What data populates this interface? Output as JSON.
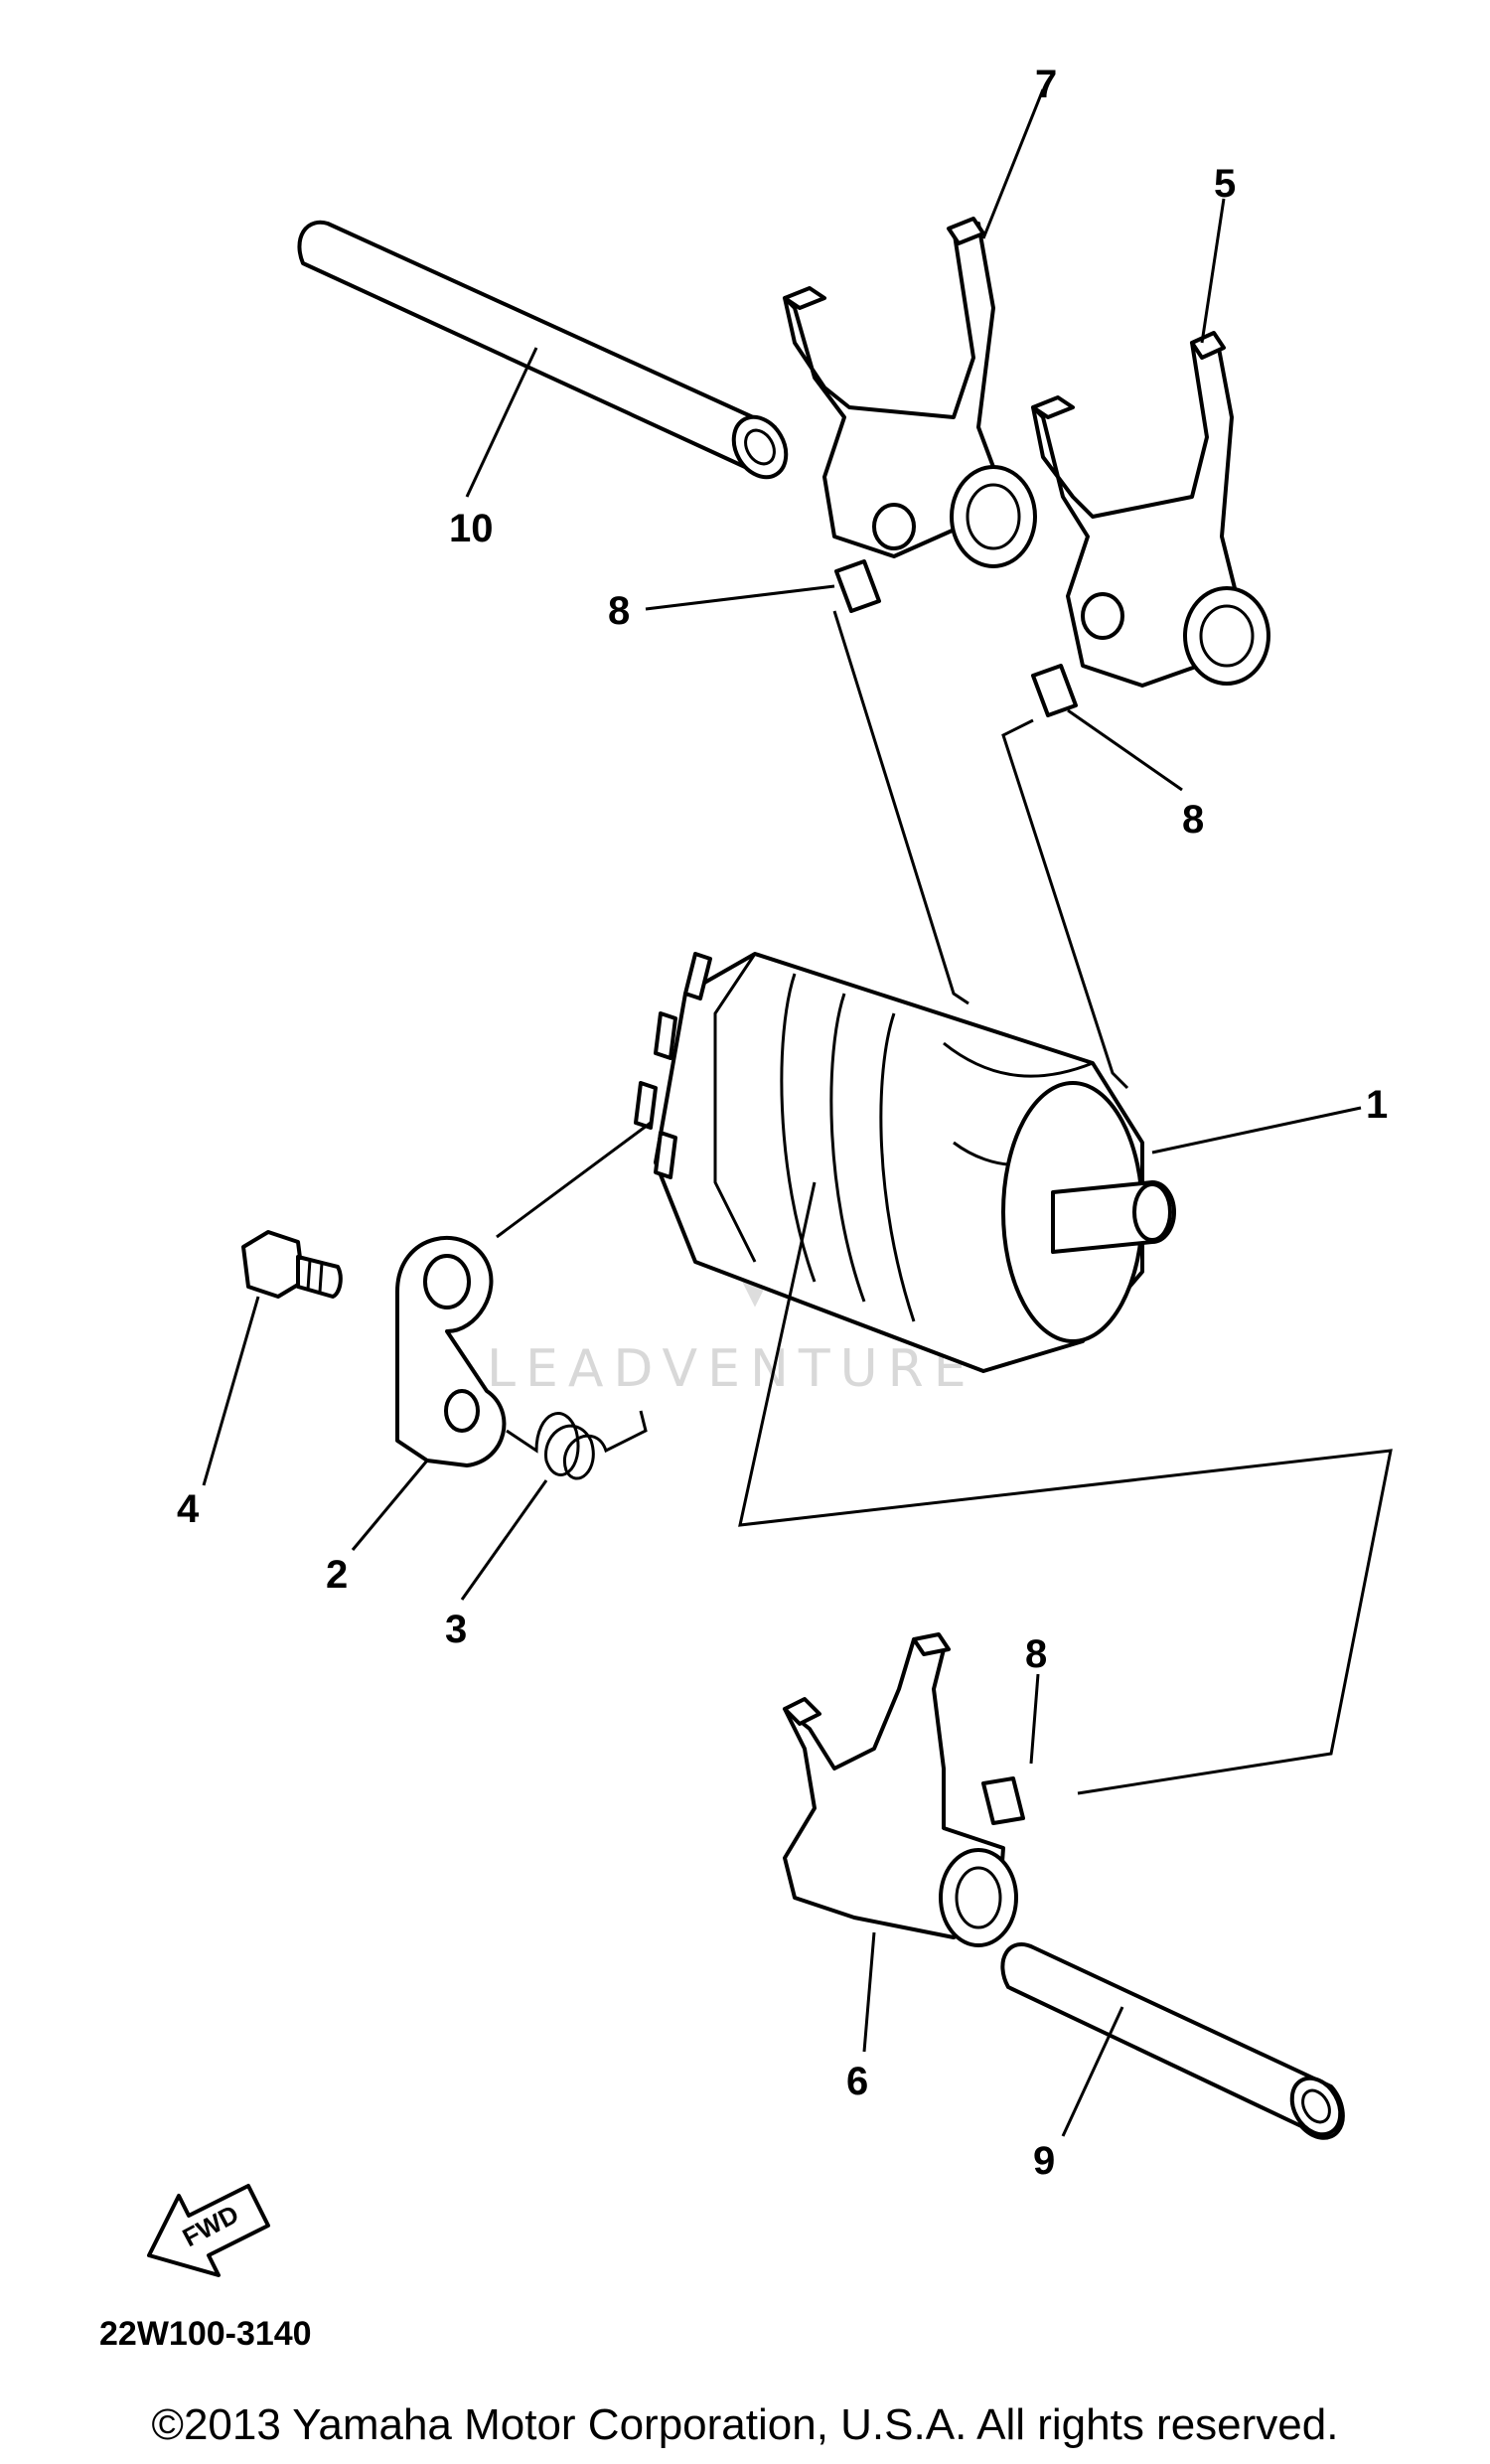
{
  "callouts": {
    "c1": "1",
    "c2": "2",
    "c3": "3",
    "c4": "4",
    "c5": "5",
    "c6": "6",
    "c7": "7",
    "c8a": "8",
    "c8b": "8",
    "c8c": "8",
    "c9": "9",
    "c10": "10"
  },
  "part_number": "22W100-3140",
  "fwd_label": "FWD",
  "watermark": "LEADVENTURE",
  "copyright": "©2013 Yamaha Motor Corporation, U.S.A. All rights reserved."
}
